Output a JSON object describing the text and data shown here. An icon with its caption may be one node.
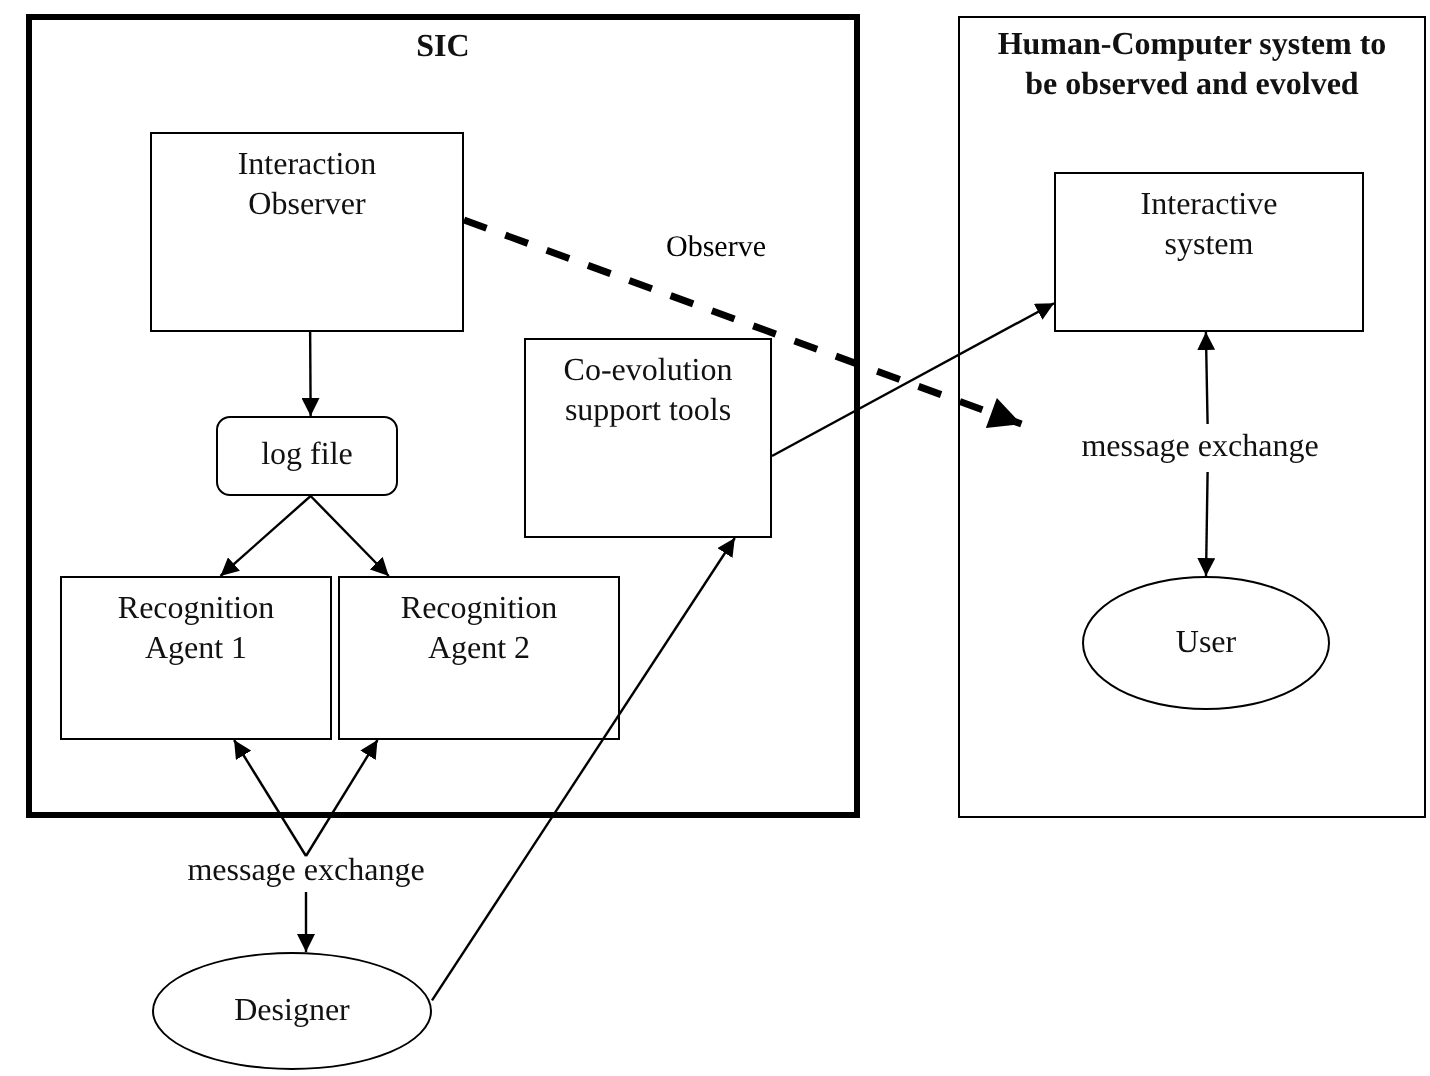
{
  "diagram": {
    "nodes": [
      {
        "text": [
          "SIC"
        ]
      },
      {
        "text": [
          "Interaction Observer"
        ],
        "in": 0
      },
      {
        "text": [
          "log file"
        ],
        "in": 0
      },
      {
        "text": [
          "Recognition Agent 1"
        ],
        "in": 0
      },
      {
        "text": [
          "Recognition Agent 2"
        ],
        "in": 0
      },
      {
        "text": [
          "Co-evolution support tools"
        ],
        "in": 0
      },
      {
        "text": [
          "Human-Computer system to be observed and evolved"
        ]
      },
      {
        "text": [
          "Interactive system"
        ],
        "in": 6
      },
      {
        "text": [
          "message exchange"
        ],
        "in": 6
      },
      {
        "text": [
          "User"
        ],
        "in": 6
      },
      {
        "text": [
          "message exchange"
        ]
      },
      {
        "text": [
          "Designer"
        ]
      }
    ],
    "edges": [
      {
        "from": 1,
        "to": 2,
        "arrow": "to"
      },
      {
        "from": 2,
        "to": 3,
        "arrow": "to"
      },
      {
        "from": 2,
        "to": 4,
        "arrow": "to"
      },
      {
        "from": 1,
        "to": 8,
        "arrow": "to",
        "label": "Observe",
        "style": "dashed"
      },
      {
        "from": 5,
        "to": 7,
        "arrow": "to"
      },
      {
        "from": 11,
        "to": 5,
        "arrow": "to"
      },
      {
        "from": 10,
        "to": 3,
        "arrow": "to"
      },
      {
        "from": 10,
        "to": 4,
        "arrow": "to"
      },
      {
        "from": 10,
        "to": 11,
        "arrow": "to"
      },
      {
        "from": 8,
        "to": 7,
        "arrow": "to"
      },
      {
        "from": 8,
        "to": 9,
        "arrow": "to"
      }
    ]
  }
}
